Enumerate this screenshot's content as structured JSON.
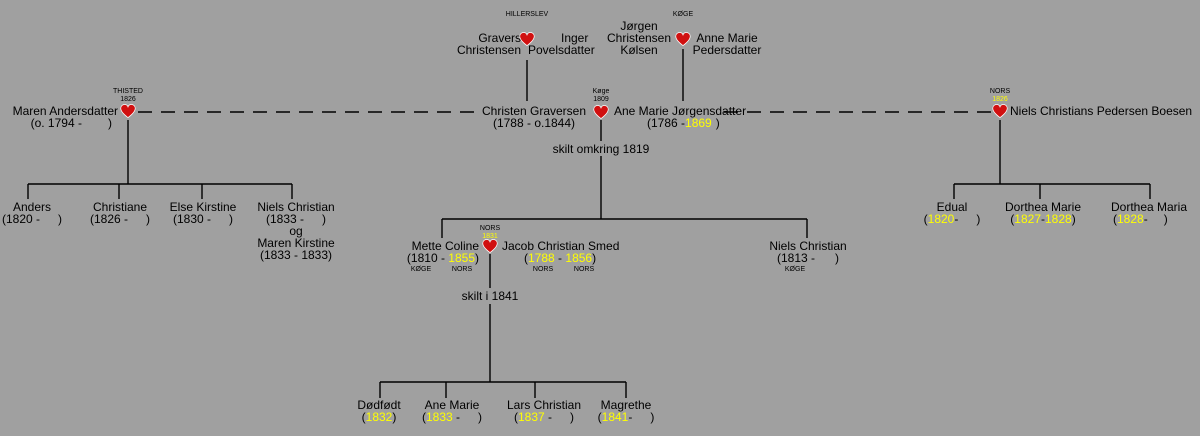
{
  "colors": {
    "background": "#a0a0a0",
    "line": "#000000",
    "highlight": "#ffff00",
    "heart": "#d01010"
  },
  "icons": {
    "marriage": "heart-icon"
  },
  "grandparents_left": {
    "place": "HILLERSLEV",
    "husband": [
      "Gravers",
      "Christensen"
    ],
    "wife": [
      "Inger",
      "Povelsdatter"
    ]
  },
  "grandparents_right": {
    "place": "KØGE",
    "husband": [
      "Jørgen",
      "Christensen",
      "Kølsen"
    ],
    "wife": [
      "Anne Marie",
      "Pedersdatter"
    ]
  },
  "maren": {
    "name": "Maren Andersdatter",
    "life": "(o. 1794 -",
    "place": "THISTED",
    "year": "1826",
    "children": [
      {
        "name": "Anders",
        "life": "(1820 -"
      },
      {
        "name": "Christiane",
        "life": "(1826 -"
      },
      {
        "name": "Else Kirstine",
        "life": "(1830 -"
      },
      {
        "name": "Niels Christian",
        "life": "(1833 -",
        "og": "og",
        "name2": "Maren Kirstine",
        "life2": "(1833 - 1833)"
      }
    ]
  },
  "christen": {
    "name": "Christen Graversen",
    "life": "(1788 - o.1844)"
  },
  "center_marriage": {
    "place": "Køge",
    "year": "1809",
    "note": "skilt omkring 1819"
  },
  "ane_marie": {
    "name": "Ane Marie Jørgensdatter",
    "born": "(1786 -",
    "died": "1869",
    "close": ")"
  },
  "right_marriage": {
    "place": "NORS",
    "year": "1826"
  },
  "niels_boesen": {
    "name": "Niels Christians Pedersen Boesen"
  },
  "right_children": [
    {
      "name": "Edual",
      "born": "1820",
      "dash": "-",
      "close": ")"
    },
    {
      "name": "Dorthea Marie",
      "born": "1827",
      "dash": "-",
      "died": "1828",
      "close": ")"
    },
    {
      "name": "Dorthea Maria",
      "born": "1828",
      "dash": "-",
      "close": ")"
    }
  ],
  "mette": {
    "name": "Mette Coline",
    "born": "(1810 -",
    "died": "1855",
    "close": ")",
    "birthplace": "KØGE",
    "deathplace": "NORS"
  },
  "mette_marriage": {
    "place": "NORS",
    "year": "1831",
    "note": "skilt i 1841"
  },
  "jacob": {
    "name": "Jacob Christian Smed",
    "born": "1788",
    "dash": "-",
    "died": "1856",
    "close": ")",
    "birthplace": "NORS",
    "deathplace": "NORS"
  },
  "niels_christian_1813": {
    "name": "Niels Christian",
    "life": "(1813 -",
    "close": ")",
    "birthplace": "KØGE"
  },
  "grandchildren": [
    {
      "name": "Dødfødt",
      "born": "1832",
      "close": ")"
    },
    {
      "name": "Ane Marie",
      "born": "1833",
      "dash": "-",
      "close": ")"
    },
    {
      "name": "Lars Christian",
      "born": "1837",
      "dash": "-",
      "close": ")"
    },
    {
      "name": "Magrethe",
      "born": "1841",
      "dash": "-",
      "close": ")"
    }
  ]
}
